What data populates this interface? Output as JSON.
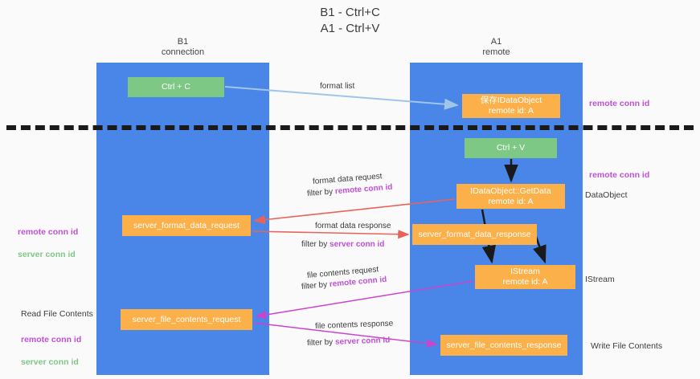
{
  "title": "B1 - Ctrl+C\nA1 - Ctrl+V",
  "lanes": {
    "left": {
      "header": "B1\nconnection",
      "color": "#4a86e8"
    },
    "right": {
      "header": "A1\nremote",
      "color": "#4a86e8"
    }
  },
  "colors": {
    "lane": "#4a86e8",
    "node_orange": "#fbb049",
    "node_green": "#7ec885",
    "highlight_purple": "#c050d8",
    "highlight_green": "#7ec885",
    "arrow_blue": "#9fc5e8",
    "arrow_red": "#e8645a",
    "arrow_magenta": "#cc44cc",
    "arrow_black": "#1a1a1a",
    "divider": "#1a1a1a",
    "background": "#fafafa"
  },
  "nodes": {
    "ctrl_c": "Ctrl + C",
    "idataobject": "保存IDataObject\nremote id: A",
    "ctrl_v": "Ctrl + V",
    "getdata": "IDataObject::GetData\nremote id: A",
    "server_format_data_request": "server_format_data_request",
    "server_format_data_response": "server_format_data_response",
    "istream": "IStream\nremote id: A",
    "server_file_contents_request": "server_file_contents_request",
    "server_file_contents_response": "server_file_contents_response"
  },
  "edges": {
    "format_list": "format list",
    "format_data_request": "format data request",
    "format_data_request_filter_prefix": "filter by ",
    "format_data_request_filter_key": "remote conn id",
    "format_data_response": "format data response",
    "format_data_response_filter_prefix": "filter by ",
    "format_data_response_filter_key": "server conn id",
    "file_contents_request": "file contents request",
    "file_contents_request_filter_prefix": "filter by ",
    "file_contents_request_filter_key": "remote conn id",
    "file_contents_response": "file contents response",
    "file_contents_response_filter_prefix": "filter by ",
    "file_contents_response_filter_key": "server conn id"
  },
  "annotations": {
    "remote_conn_id_top": "remote conn id",
    "remote_conn_id_mid": "remote conn id",
    "dataobject": "DataObject",
    "istream": "IStream",
    "write_file_contents": "Write File Contents",
    "read_file_contents": "Read File Contents",
    "left_keys_remote": "remote conn id",
    "left_keys_server": "server conn id",
    "left_keys_remote_2": "remote conn id",
    "left_keys_server_2": "server conn id"
  }
}
